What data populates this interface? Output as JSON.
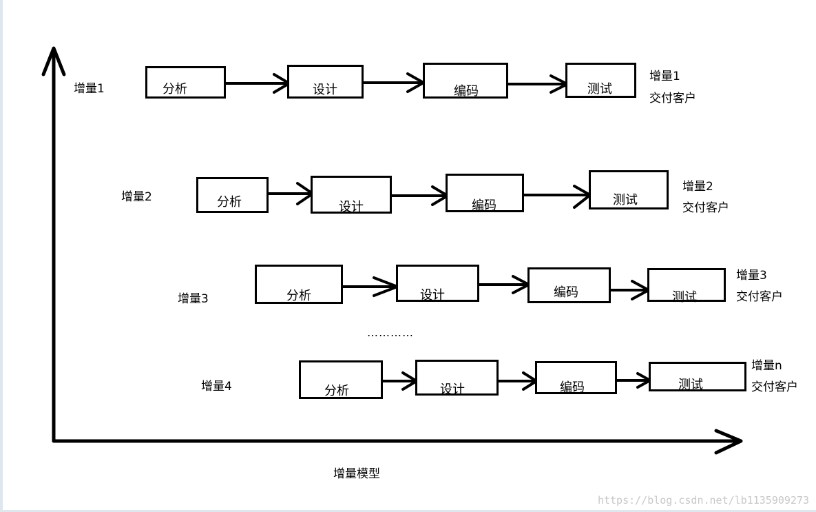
{
  "title": "增量模型",
  "ellipsis": "…………",
  "watermark": "https://blog.csdn.net/lb1135909273",
  "rows": [
    {
      "label": "增量1",
      "steps": [
        "分析",
        "设计",
        "编码",
        "测试"
      ],
      "delivery_version": "增量1",
      "delivery_text": "交付客户"
    },
    {
      "label": "增量2",
      "steps": [
        "分析",
        "设计",
        "编码",
        "测试"
      ],
      "delivery_version": "增量2",
      "delivery_text": "交付客户"
    },
    {
      "label": "增量3",
      "steps": [
        "分析",
        "设计",
        "编码",
        "测试"
      ],
      "delivery_version": "增量3",
      "delivery_text": "交付客户"
    },
    {
      "label": "增量4",
      "steps": [
        "分析",
        "设计",
        "编码",
        "测试"
      ],
      "delivery_version": "增量n",
      "delivery_text": "交付客户"
    }
  ]
}
